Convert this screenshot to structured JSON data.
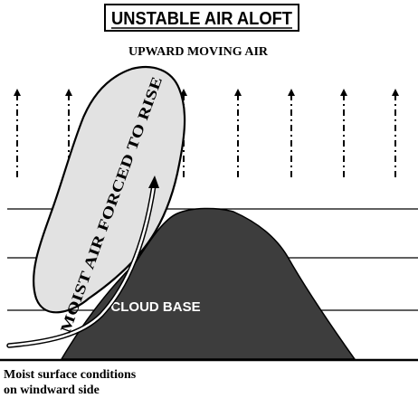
{
  "title": "UNSTABLE AIR ALOFT",
  "subtitle": "UPWARD MOVING AIR",
  "moist_air_label": "MOIST AIR FORCED TO RISE",
  "cloud_base_label": "CLOUD BASE",
  "caption": {
    "line1": "Moist surface conditions",
    "line2": "on windward side"
  },
  "colors": {
    "mountain": "#3d3d3d",
    "moist_air_blob": "#e2e2e2",
    "ink": "#000000"
  },
  "icons": {
    "updraft": "dash-dot-up-arrow",
    "airflow": "curved-up-arrow"
  }
}
